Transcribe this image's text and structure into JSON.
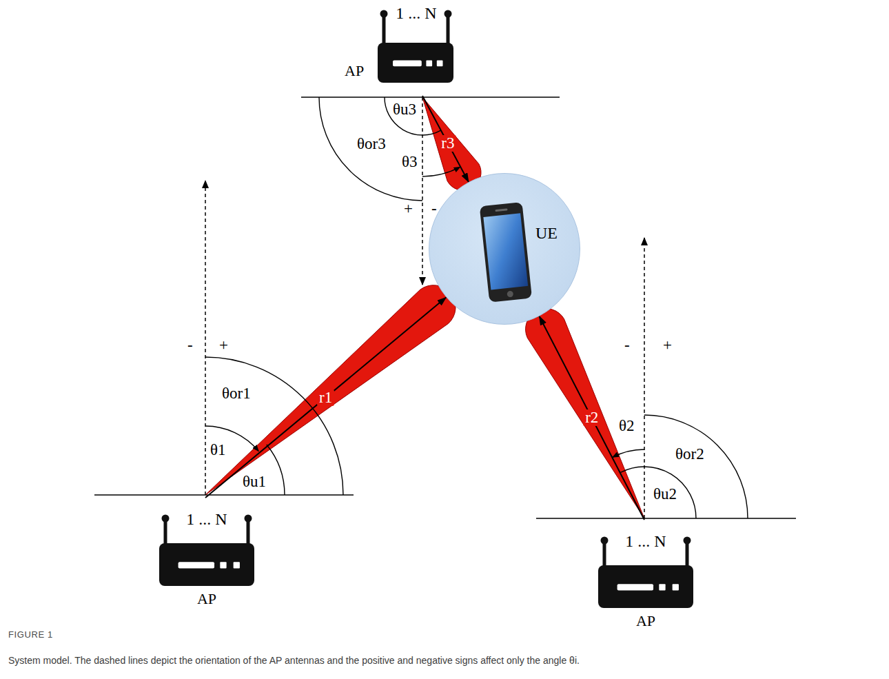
{
  "diagram": {
    "caption": "System model. The dashed lines depict the orientation of the AP antennas and the positive and negative signs affect only the angle θi.",
    "nodes": [
      {
        "text": [
          "1 ... N",
          "AP"
        ]
      },
      {
        "text": [
          "UE"
        ]
      },
      {
        "text": [
          "1 ... N",
          "AP"
        ]
      },
      {
        "text": [
          "1 ... N",
          "AP"
        ]
      }
    ],
    "edges": [
      {
        "from": 2,
        "to": 1,
        "label": "r1",
        "arrow": "to"
      },
      {
        "from": 3,
        "to": 1,
        "label": "r2",
        "arrow": "to"
      },
      {
        "from": 0,
        "to": 1,
        "label": "r3",
        "arrow": "to"
      }
    ],
    "labels": [
      "θu3",
      "θor3",
      "θ3",
      "+",
      "-",
      "θor1",
      "θ1",
      "θu1",
      "-",
      "+",
      "θ2",
      "θor2",
      "θu2",
      "-",
      "+",
      "FIGURE 1"
    ]
  }
}
